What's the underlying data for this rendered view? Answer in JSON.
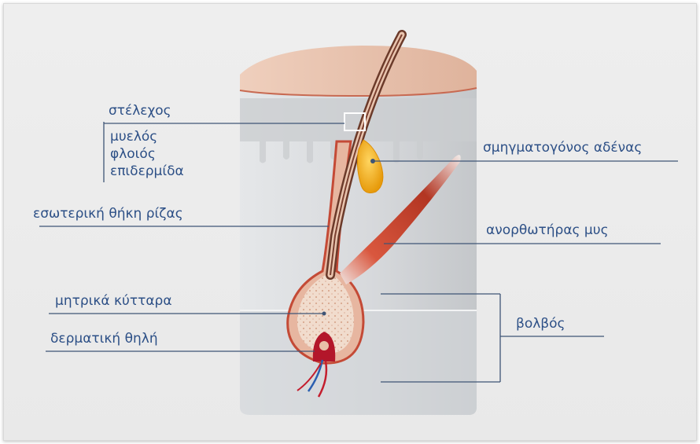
{
  "labels": {
    "shaft": "στέλεχος",
    "medulla": "μυελός",
    "cortex": "φλοιός",
    "cuticle": "επιδερμίδα",
    "inner_root_sheath": "εσωτερική θήκη ρίζας",
    "matrix_cells": "μητρικά κύτταρα",
    "dermal_papilla": "δερματική θηλή",
    "sebaceous_gland": "σμηγματογόνος αδένας",
    "arrector_muscle": "ανορθωτήρας μυς",
    "bulb": "βολβός"
  },
  "colors": {
    "label_text": "#2c4f86",
    "leader_line": "#3f5576",
    "skin_surface": "#e8c2ad",
    "epidermis_edge": "#c86a52",
    "tissue": "#cfd2d5",
    "hair": "#6b3a2a",
    "sheath": "#e9b9a3",
    "gland": "#f2b11c",
    "muscle": "#c2412b",
    "papilla": "#b3162a"
  }
}
